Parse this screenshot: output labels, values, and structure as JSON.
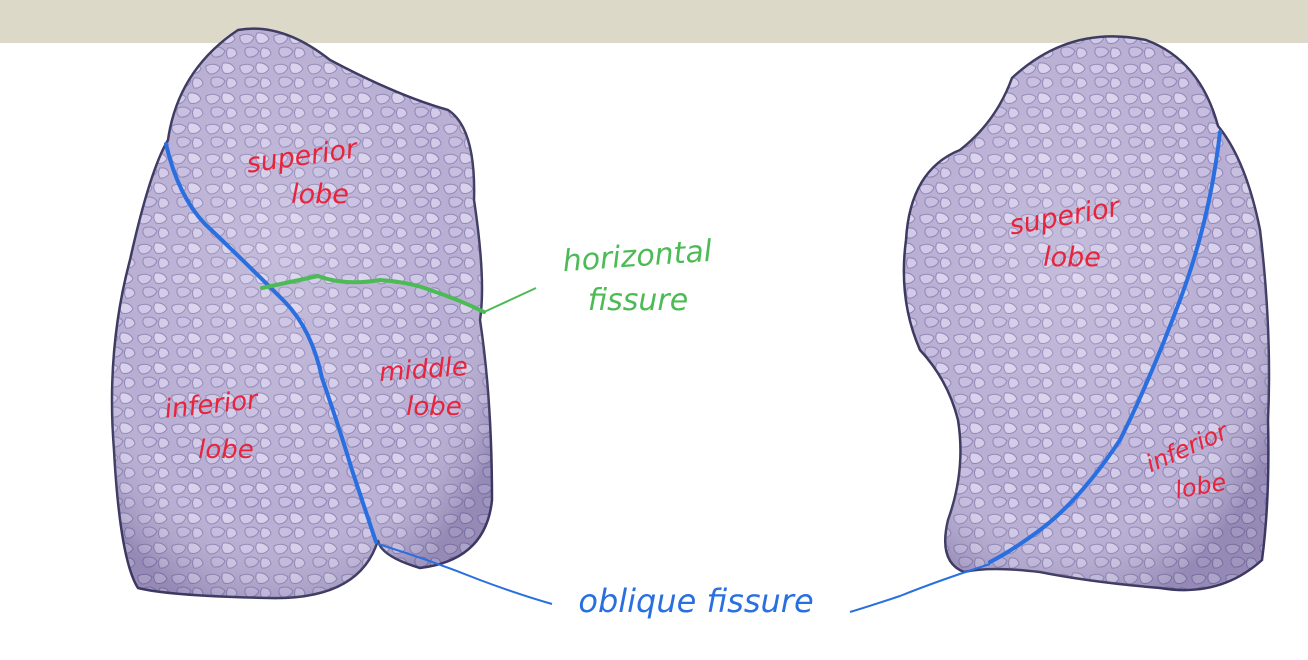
{
  "right_lung_view": {
    "superior_label_line1": "superior",
    "superior_label_line2": "lobe",
    "middle_label_line1": "middle",
    "middle_label_line2": "lobe",
    "inferior_label_line1": "inferior",
    "inferior_label_line2": "lobe"
  },
  "left_lung_view": {
    "superior_label_line1": "superior",
    "superior_label_line2": "lobe",
    "inferior_label_line1": "inferior",
    "inferior_label_line2": "lobe"
  },
  "callouts": {
    "horizontal_line1": "horizontal",
    "horizontal_line2": "fissure",
    "oblique": "oblique fissure"
  },
  "colors": {
    "lobe_label": "#e8243c",
    "horizontal_fissure": "#4cbb55",
    "oblique_fissure": "#2a6fe0",
    "lung_fill": "#b9b0d4",
    "lung_outline": "#3c3a60",
    "top_bar": "#dcd9c9"
  }
}
